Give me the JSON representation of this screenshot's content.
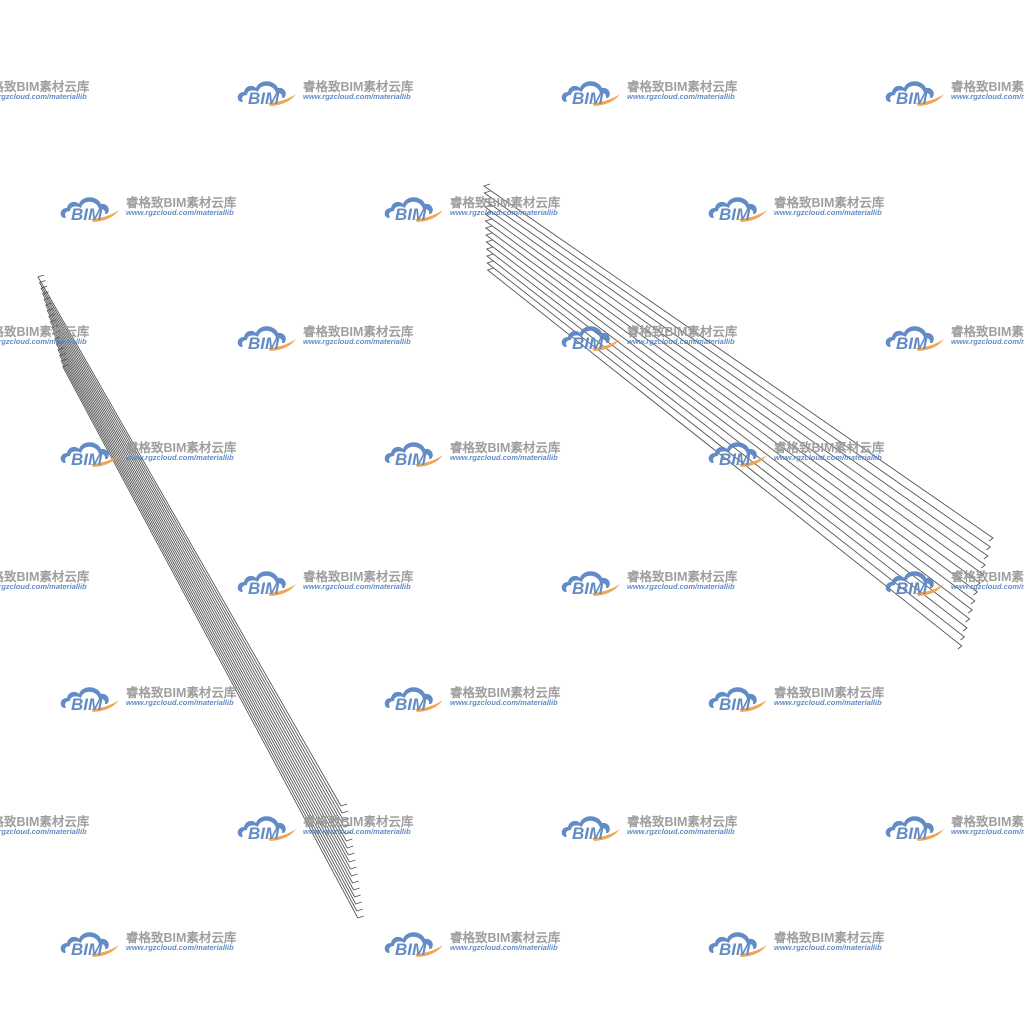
{
  "watermark": {
    "logo_text": "BIM",
    "name": "睿格致BIM素材云库",
    "url": "www.rgzcloud.com/materiallib",
    "colors": {
      "cloud": "#5b86c4",
      "swoosh": "#f0a24a",
      "name": "#9a9a9a",
      "url": "#5b86c4"
    }
  },
  "drawing": {
    "line_color": "#555555",
    "left_view": {
      "wire_count": 17
    },
    "right_view": {
      "wire_count": 13
    }
  }
}
